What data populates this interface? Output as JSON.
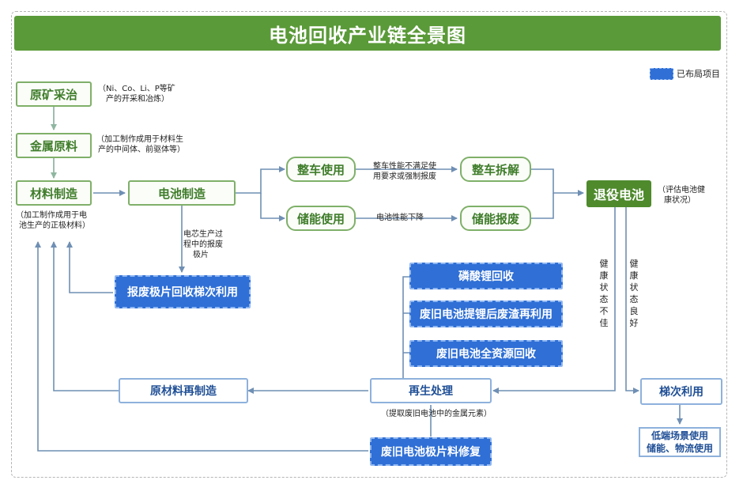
{
  "title": "电池回收产业链全景图",
  "legend": {
    "label": "已布局项目",
    "color": "#2f6fd6"
  },
  "colors": {
    "green": "#5a9a38",
    "blue": "#2f6fd6",
    "arrow": "#6f8fb4"
  },
  "nodes": {
    "mining": "原矿采治",
    "metal_raw": "金属原料",
    "materials": "材料制造",
    "battery_mfg": "电池制造",
    "vehicle_use": "整车使用",
    "storage_use": "储能使用",
    "vehicle_dismantle": "整车拆解",
    "storage_scrap": "储能报废",
    "retired": "退役电池",
    "cascade": "梯次利用",
    "regeneration": "再生处理",
    "remanufacture": "原材料再制造",
    "scrap_cascade": "报废极片回收梯次利用",
    "lfp_recycle": "磷酸锂回收",
    "slag_reuse": "废旧电池提锂后废渣再利用",
    "full_recycle": "废旧电池全资源回收",
    "electrode_repair": "废旧电池极片料修复",
    "low_end_1": "低端场景使用",
    "low_end_2": "储能、物流使用"
  },
  "notes": {
    "mining_1": "（Ni、Co、Li、P等矿",
    "mining_2": "产的开采和冶炼）",
    "metal_1": "（加工制作成用于材料生",
    "metal_2": "产的中间体、前驱体等）",
    "materials_1": "（加工制作成用于电",
    "materials_2": "池生产的正极材料）",
    "cell_1": "电芯生产过",
    "cell_2": "程中的报废",
    "cell_3": "极片",
    "vehicle_1": "整车性能不满足使",
    "vehicle_2": "用要求或强制报废",
    "storage_1": "电池性能下降",
    "retired_1": "（评估电池健",
    "retired_2": "康状况）",
    "regen_1": "（提取废旧电池中的金属元素）",
    "health_bad": "健康状态不佳",
    "health_good": "健康状态良好"
  }
}
